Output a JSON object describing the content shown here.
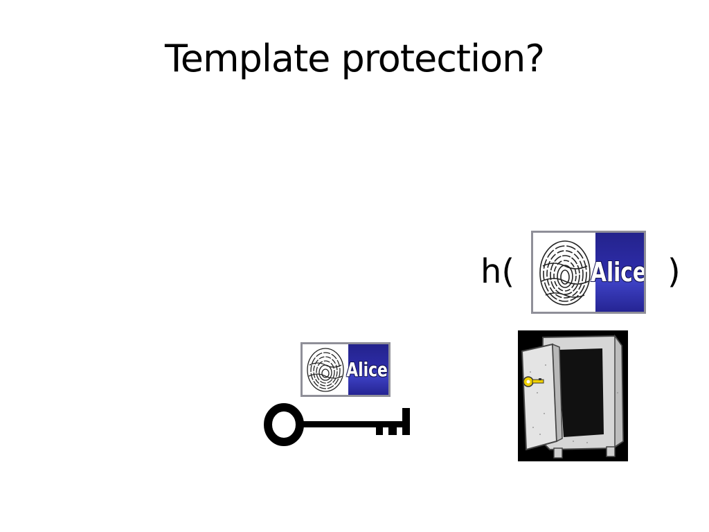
{
  "slide": {
    "title": "Template protection?",
    "hash_open": "h(",
    "hash_close": ")",
    "badges": {
      "large": {
        "name": "Alice"
      },
      "small": {
        "name": "Alice"
      }
    }
  },
  "colors": {
    "badge_blue": "#2d2ca8",
    "safe_gray": "#d8d8d8",
    "key_gold": "#f0d000"
  },
  "icons": {
    "fingerprint": "fingerprint-icon",
    "key": "key-icon",
    "safe": "open-safe-icon"
  }
}
